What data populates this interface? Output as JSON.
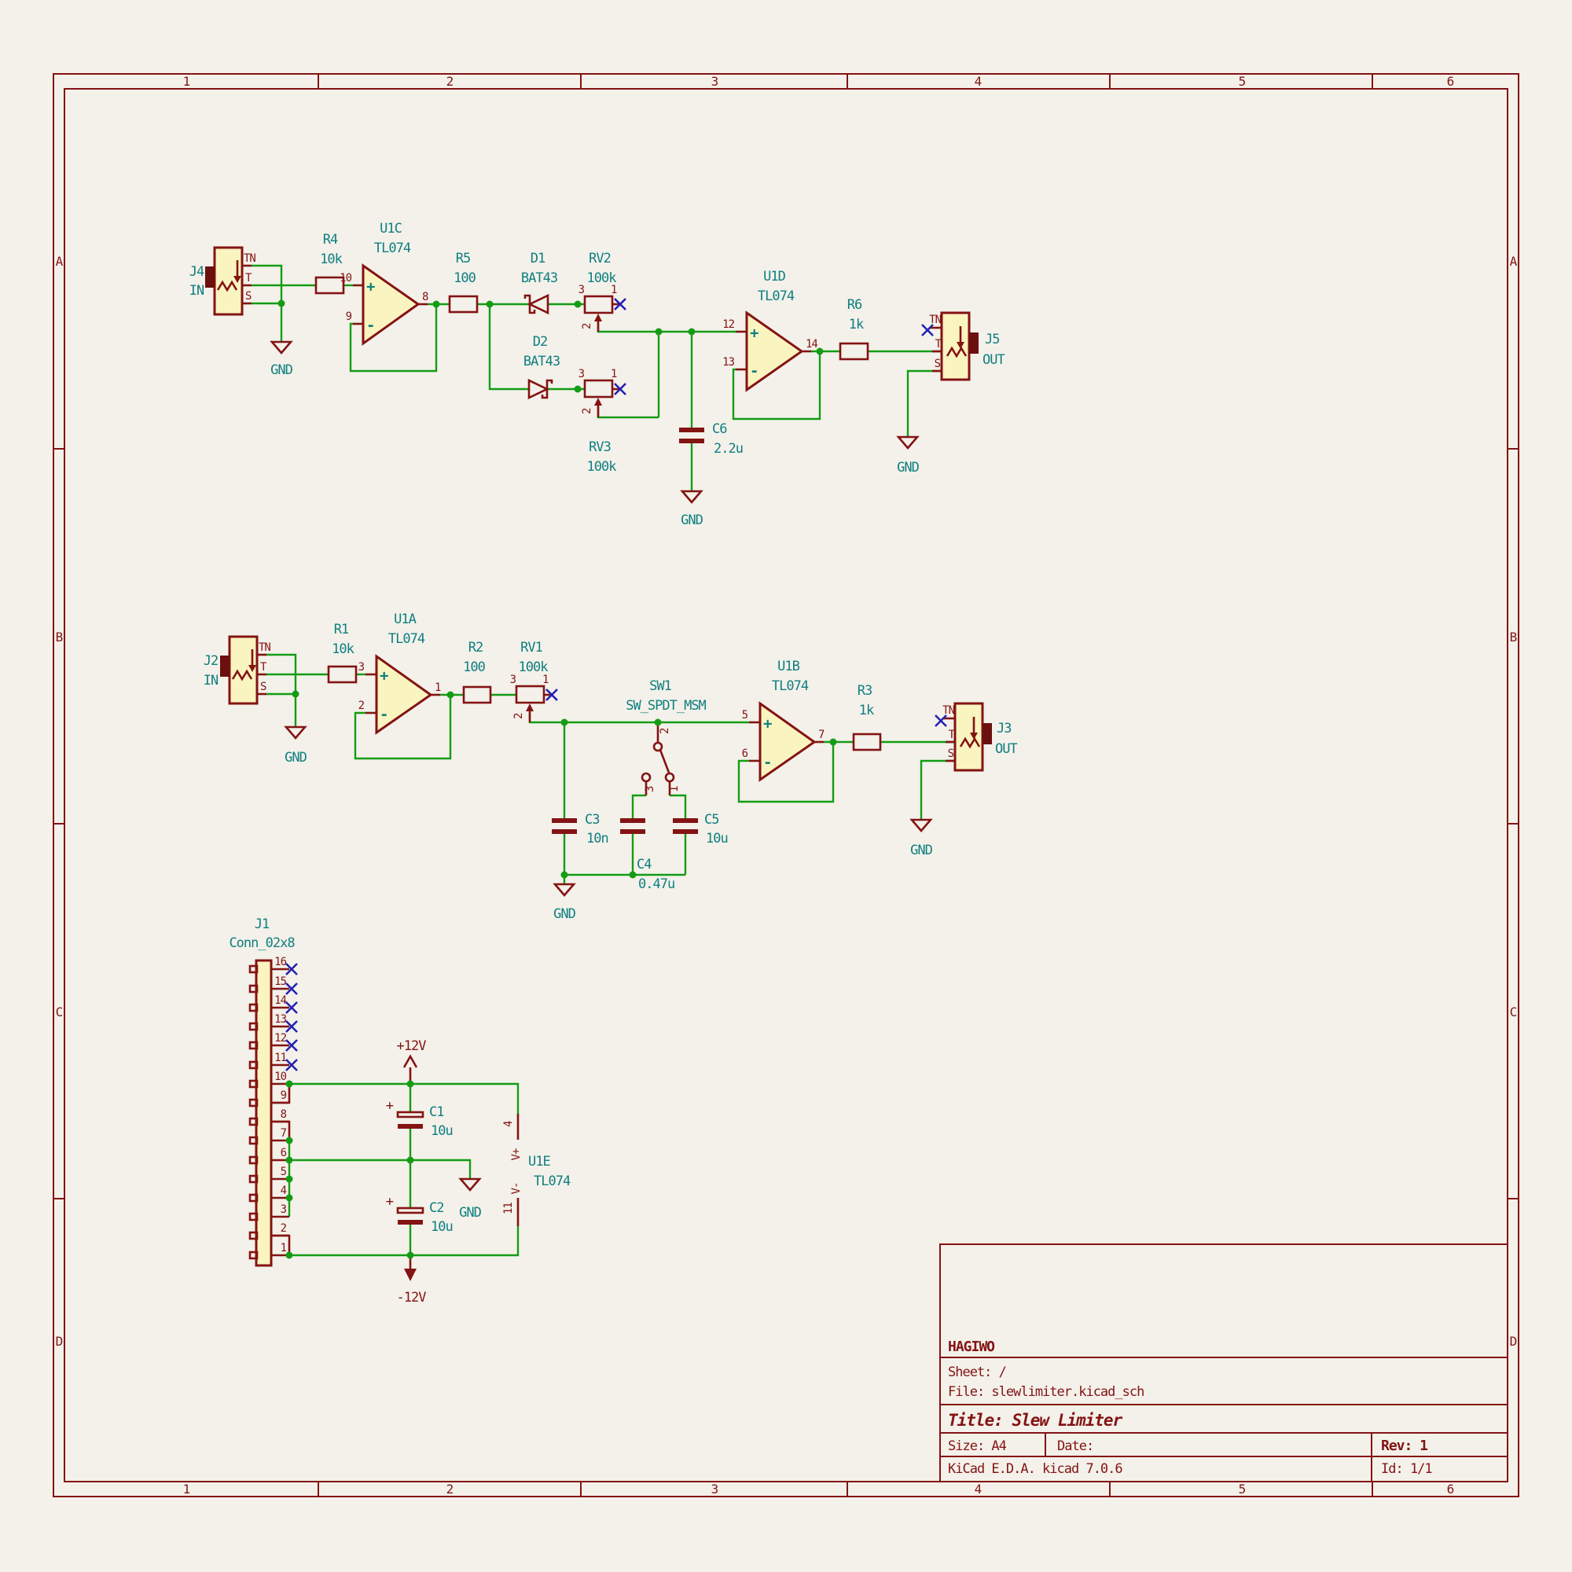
{
  "colors": {
    "bg": "#F3F1EA",
    "symbol_red": "#841313",
    "wire_green": "#149C14",
    "label_teal": "#0F7F7F",
    "noconnect_blue": "#2222B2",
    "body_fill": "#FAF4C0"
  },
  "frame": {
    "cols": [
      "1",
      "2",
      "3",
      "4",
      "5",
      "6"
    ],
    "rows": [
      "A",
      "B",
      "C",
      "D"
    ]
  },
  "title_block": {
    "company": "HAGIWO",
    "sheet": "Sheet: /",
    "file": "File: slewlimiter.kicad_sch",
    "title": "Title: Slew Limiter",
    "size": "Size: A4",
    "date": "Date:",
    "rev": "Rev: 1",
    "tool": "KiCad E.D.A.  kicad 7.0.6",
    "id": "Id: 1/1"
  },
  "power": {
    "p12": "+12V",
    "n12": "-12V",
    "gnd": "GND"
  },
  "glyphs": {
    "plus": "+",
    "minus": "-"
  },
  "sym": {
    "j4": {
      "ref": "J4",
      "val": "IN",
      "tn": "TN",
      "t": "T",
      "s": "S"
    },
    "j2": {
      "ref": "J2",
      "val": "IN",
      "tn": "TN",
      "t": "T",
      "s": "S"
    },
    "j5": {
      "ref": "J5",
      "val": "OUT",
      "tn": "TN",
      "t": "T",
      "s": "S"
    },
    "j3": {
      "ref": "J3",
      "val": "OUT",
      "tn": "TN",
      "t": "T",
      "s": "S"
    },
    "r1": {
      "ref": "R1",
      "val": "10k"
    },
    "r2": {
      "ref": "R2",
      "val": "100"
    },
    "r3": {
      "ref": "R3",
      "val": "1k"
    },
    "r4": {
      "ref": "R4",
      "val": "10k"
    },
    "r5": {
      "ref": "R5",
      "val": "100"
    },
    "r6": {
      "ref": "R6",
      "val": "1k"
    },
    "rv1": {
      "ref": "RV1",
      "val": "100k",
      "p3": "3",
      "p1": "1",
      "p2": "2"
    },
    "rv2": {
      "ref": "RV2",
      "val": "100k",
      "p3": "3",
      "p1": "1",
      "p2": "2"
    },
    "rv3": {
      "ref": "RV3",
      "val": "100k",
      "p3": "3",
      "p1": "1",
      "p2": "2"
    },
    "d1": {
      "ref": "D1",
      "val": "BAT43"
    },
    "d2": {
      "ref": "D2",
      "val": "BAT43"
    },
    "c1": {
      "ref": "C1",
      "val": "10u"
    },
    "c2": {
      "ref": "C2",
      "val": "10u"
    },
    "c3": {
      "ref": "C3",
      "val": "10n"
    },
    "c4": {
      "ref": "C4",
      "val": "0.47u"
    },
    "c5": {
      "ref": "C5",
      "val": "10u"
    },
    "c6": {
      "ref": "C6",
      "val": "2.2u"
    },
    "u1a": {
      "ref": "U1A",
      "val": "TL074",
      "pp": "3",
      "pm": "2",
      "po": "1"
    },
    "u1b": {
      "ref": "U1B",
      "val": "TL074",
      "pp": "5",
      "pm": "6",
      "po": "7"
    },
    "u1c": {
      "ref": "U1C",
      "val": "TL074",
      "pp": "10",
      "pm": "9",
      "po": "8"
    },
    "u1d": {
      "ref": "U1D",
      "val": "TL074",
      "pp": "12",
      "pm": "13",
      "po": "14"
    },
    "u1e": {
      "ref": "U1E",
      "val": "TL074",
      "p_vplus": "4",
      "p_vminus": "11",
      "vplus": "V+",
      "vminus": "V-"
    },
    "sw1": {
      "ref": "SW1",
      "val": "SW_SPDT_MSM",
      "p2": "2",
      "p3": "3",
      "p1": "1"
    },
    "j1": {
      "ref": "J1",
      "val": "Conn_02x8",
      "pins": [
        "16",
        "15",
        "14",
        "13",
        "12",
        "11",
        "10",
        "9",
        "8",
        "7",
        "6",
        "5",
        "4",
        "3",
        "2",
        "1"
      ]
    }
  }
}
